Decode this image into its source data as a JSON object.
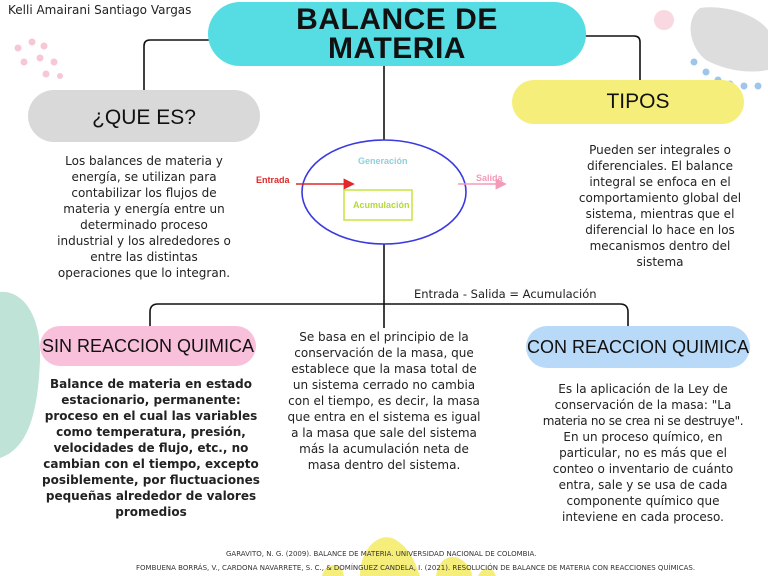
{
  "author": "Kelli Amairani Santiago Vargas",
  "title": {
    "line1": "BALANCE DE",
    "line2": "MATERIA"
  },
  "que_es": {
    "heading": "¿QUE ES?",
    "lines": [
      "Los balances de materia y",
      "energía, se utilizan para",
      "contabilizar los flujos de",
      "materia y energía entre un",
      "determinado proceso",
      "industrial y los alrededores o",
      "entre las distintas",
      "operaciones que lo integran."
    ]
  },
  "tipos": {
    "heading": "TIPOS",
    "lines": [
      "Pueden ser integrales o",
      "diferenciales. El balance",
      "integral se enfoca en el",
      "comportamiento global del",
      "sistema, mientras que el",
      "diferencial lo hace en los",
      "mecanismos dentro del",
      "sistema"
    ]
  },
  "diagram": {
    "entrada": "Entrada",
    "salida": "Salida",
    "generacion": "Generación",
    "acumulacion": "Acumulación",
    "equation": "Entrada - Salida = Acumulación"
  },
  "sin_reaccion": {
    "heading": "SIN REACCION QUIMICA",
    "lines": [
      "Balance de materia en estado",
      "estacionario, permanente:",
      "proceso en el cual las variables",
      "como temperatura, presión,",
      "velocidades de flujo, etc., no",
      "cambian con el tiempo, excepto",
      "posiblemente, por fluctuaciones",
      "pequeñas alrededor de valores",
      "promedios"
    ]
  },
  "middle": {
    "lines": [
      "Se basa en el principio de la",
      "conservación de la masa, que",
      "establece que la masa total de",
      "un sistema cerrado no cambia",
      "con el tiempo, es decir, la masa",
      "que entra en el sistema es igual",
      "a la masa que sale del sistema",
      "más la acumulación neta de",
      "masa dentro del sistema."
    ]
  },
  "con_reaccion": {
    "heading": "CON REACCION QUIMICA",
    "lines": [
      "Es la aplicación de la Ley de",
      "conservación de la masa: \"La",
      "materia no se crea ni se destruye\".",
      "En un proceso químico, en",
      "particular, no es más que el",
      "conteo o inventario de cuánto",
      "entra, sale y se usa de cada",
      "componente químico que",
      "inteviene en cada proceso."
    ]
  },
  "references": [
    "GARAVITO, N. G. (2009). BALANCE DE MATERIA. UNIVERSIDAD NACIONAL DE COLOMBIA.",
    "FOMBUENA BORRÁS, V., CARDONA NAVARRETE, S. C., & DOMÍNGUEZ CANDELA, I. (2021). RESOLUCIÓN DE BALANCE DE MATERIA CON REACCIONES QUÍMICAS."
  ],
  "colors": {
    "title_pill": "#55dde3",
    "que_pill": "#d9d9d9",
    "tipos_pill": "#f6ee7a",
    "sin_pill": "#f9c0dc",
    "con_pill": "#b8d9f7",
    "ellipse_stroke": "#3a3ae0",
    "entrada_arrow": "#e02828",
    "salida_arrow": "#f49ab8",
    "acumulacion_box": "#c8e64a"
  }
}
